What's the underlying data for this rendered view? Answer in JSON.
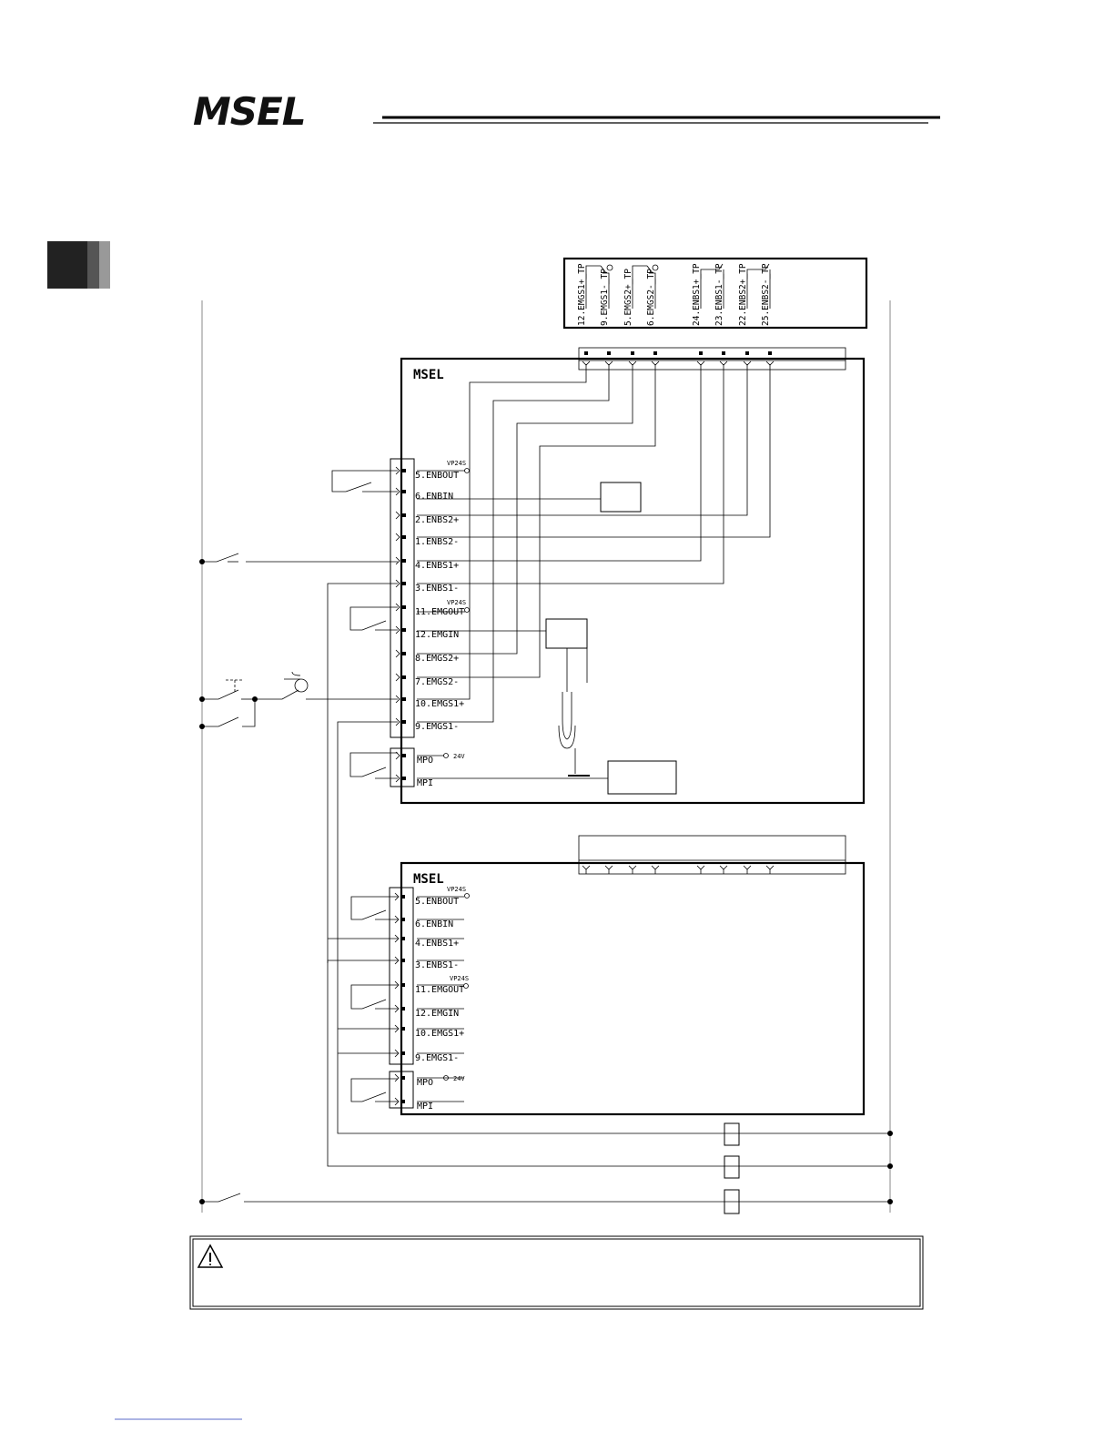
{
  "header": {
    "logo_text": "MSEL"
  },
  "tp_connector": {
    "pins": [
      "12.EMGS1+_TP",
      "9.EMGS1-_TP",
      "5.EMGS2+_TP",
      "6.EMGS2-_TP",
      "24.ENBS1+_TP",
      "23.ENBS1-_TP",
      "22.ENBS2+_TP",
      "25.ENBS2-_TP"
    ]
  },
  "controller1": {
    "title": "MSEL",
    "system_io": [
      "5.ENBOUT",
      "6.ENBIN",
      "2.ENBS2+",
      "1.ENBS2-",
      "4.ENBS1+",
      "3.ENBS1-",
      "11.EMGOUT",
      "12.EMGIN",
      "8.EMGS2+",
      "7.EMGS2-",
      "10.EMGS1+",
      "9.EMGS1-"
    ],
    "power": [
      "MPO",
      "MPI"
    ],
    "vp24s": "VP24S",
    "v24": "24V"
  },
  "controller2": {
    "title": "MSEL",
    "system_io": [
      "5.ENBOUT",
      "6.ENBIN",
      "4.ENBS1+",
      "3.ENBS1-",
      "11.EMGOUT",
      "12.EMGIN",
      "10.EMGS1+",
      "9.EMGS1-"
    ],
    "power": [
      "MPO",
      "MPI"
    ],
    "vp24s": "VP24S",
    "v24": "24V"
  },
  "colors": {
    "line": "#000000",
    "tab_dark": "#222222",
    "tab_mid": "#555555",
    "tab_light": "#999999"
  },
  "icons": [
    "warning-icon",
    "emergency-stop-button-icon",
    "switch-icon"
  ]
}
